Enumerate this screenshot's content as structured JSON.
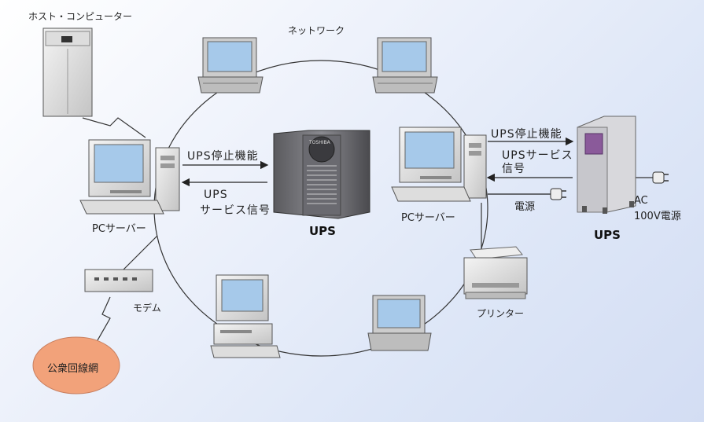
{
  "labels": {
    "host_computer": "ホスト・コンピューター",
    "network": "ネットワーク",
    "pc_server_left": "PCサーバー",
    "pc_server_right": "PCサーバー",
    "ups_stop_left": "UPS停止機能",
    "ups_service_left_line1": "UPS",
    "ups_service_left_line2": "サービス信号",
    "ups_center": "UPS",
    "ups_stop_right": "UPS停止機能",
    "ups_service_right_line1": "UPSサービス",
    "ups_service_right_line2": "信号",
    "power": "電源",
    "ac_line1": "AC",
    "ac_line2": "100V電源",
    "ups_right": "UPS",
    "printer": "プリンター",
    "modem": "モデム",
    "public_network": "公衆回線網",
    "ups_brand": "TOSHIBA"
  },
  "colors": {
    "background_light": "#ffffff",
    "background_blue": "#d3ddf3",
    "device_gray": "#c8c8c8",
    "screen_blue": "#9ec6ea",
    "public_network_fill": "#f2a27a",
    "ups_right_accent": "#8a5a9a"
  }
}
